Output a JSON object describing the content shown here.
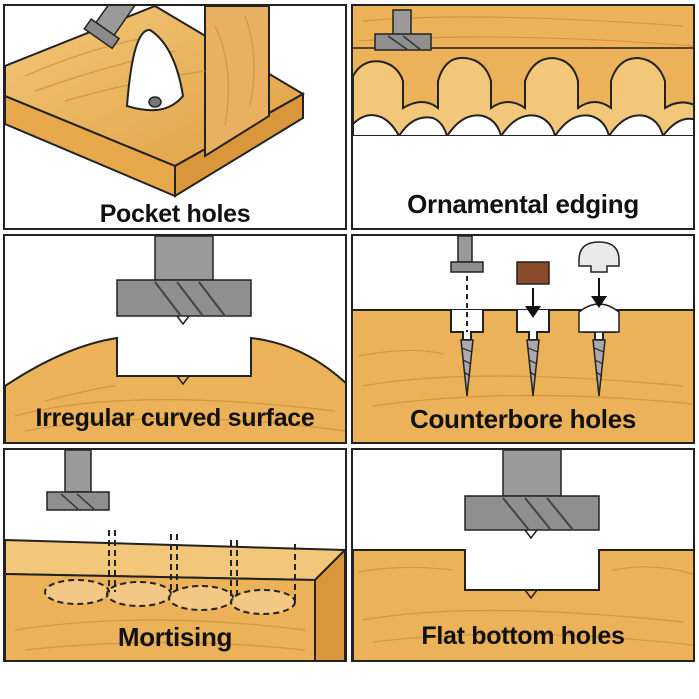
{
  "panels": [
    {
      "id": "pocket",
      "caption": "Pocket holes"
    },
    {
      "id": "ornamental",
      "caption": "Ornamental edging"
    },
    {
      "id": "curved",
      "caption": "Irregular curved surface"
    },
    {
      "id": "counterbore",
      "caption": "Counterbore holes"
    },
    {
      "id": "mortising",
      "caption": "Mortising"
    },
    {
      "id": "flatbottom",
      "caption": "Flat bottom holes"
    }
  ],
  "colors": {
    "wood": "#e6a84a",
    "wood_light": "#f2c77a",
    "wood_dark": "#c98a34",
    "drill": "#9a9a9a",
    "drill_dark": "#6f6f6f",
    "outline": "#222222",
    "plug": "#8b4a2b",
    "cap": "#e9e9e9"
  }
}
